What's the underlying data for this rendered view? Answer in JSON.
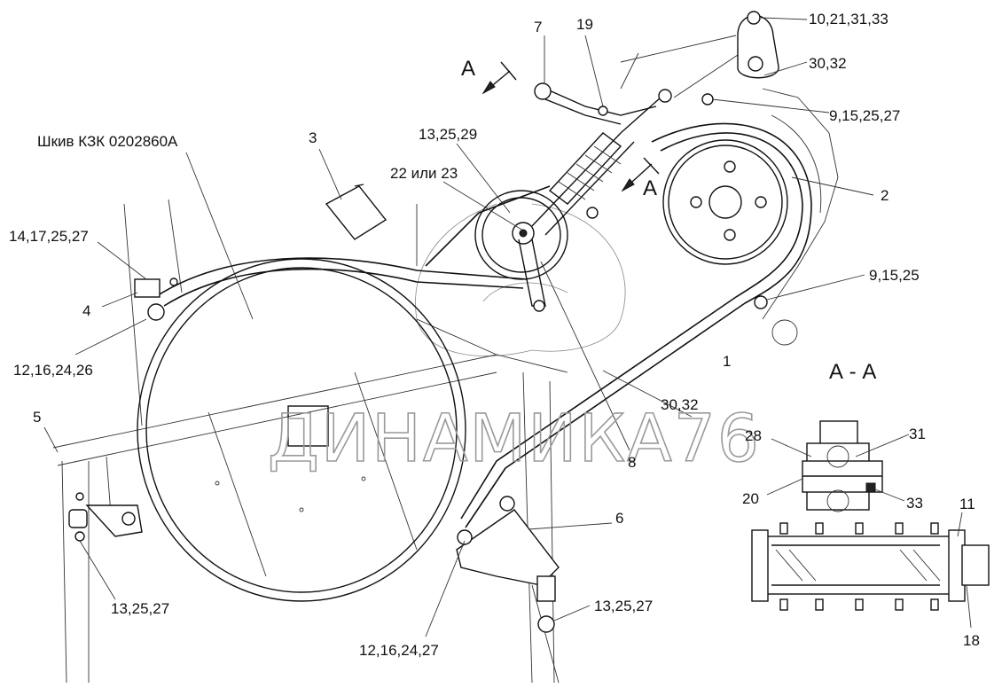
{
  "watermark": "ДИНАМИКА76",
  "section_title": "А - А",
  "section_marks": [
    "А",
    "А"
  ],
  "pulley_label": "Шкив КЗК 0202860А",
  "labels": [
    "10,21,31,33",
    "30,32",
    "9,15,25,27",
    "2",
    "9,15,25",
    "1",
    "30,32",
    "8",
    "6",
    "13,25,27",
    "12,16,24,27",
    "13,25,27",
    "5",
    "12,16,24,26",
    "4",
    "14,17,25,27",
    "3",
    "22 или 23",
    "13,25,29",
    "7",
    "19",
    "28",
    "31",
    "20",
    "33",
    "11",
    "18"
  ]
}
